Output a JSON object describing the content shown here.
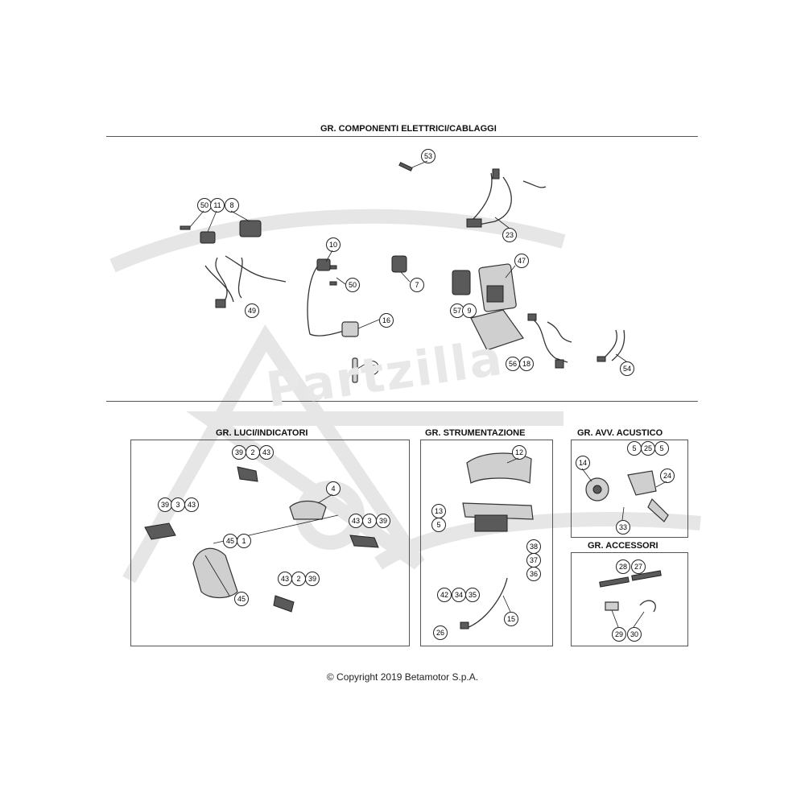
{
  "sections": {
    "electrical": {
      "title": "GR. COMPONENTI ELETTRICI/CABLAGGI"
    },
    "lights": {
      "title": "GR. LUCI/INDICATORI"
    },
    "instruments": {
      "title": "GR. STRUMENTAZIONE"
    },
    "horn": {
      "title": "GR. AVV. ACUSTICO"
    },
    "accessories": {
      "title": "GR. ACCESSORI"
    }
  },
  "callouts": {
    "electrical": [
      "53",
      "50",
      "11",
      "8",
      "23",
      "10",
      "50",
      "7",
      "47",
      "49",
      "57",
      "9",
      "16",
      "17",
      "56",
      "18",
      "54"
    ],
    "lights": [
      "39",
      "2",
      "43",
      "4",
      "39",
      "3",
      "43",
      "43",
      "3",
      "39",
      "45",
      "1",
      "45",
      "43",
      "2",
      "39"
    ],
    "instruments": [
      "12",
      "13",
      "5",
      "38",
      "37",
      "36",
      "42",
      "34",
      "35",
      "15",
      "26"
    ],
    "horn": [
      "5",
      "25",
      "5",
      "14",
      "24",
      "33"
    ],
    "accessories": [
      "28",
      "27",
      "29",
      "30"
    ]
  },
  "watermark": {
    "text": "Partzilla"
  },
  "copyright": "© Copyright 2019 Betamotor S.p.A."
}
